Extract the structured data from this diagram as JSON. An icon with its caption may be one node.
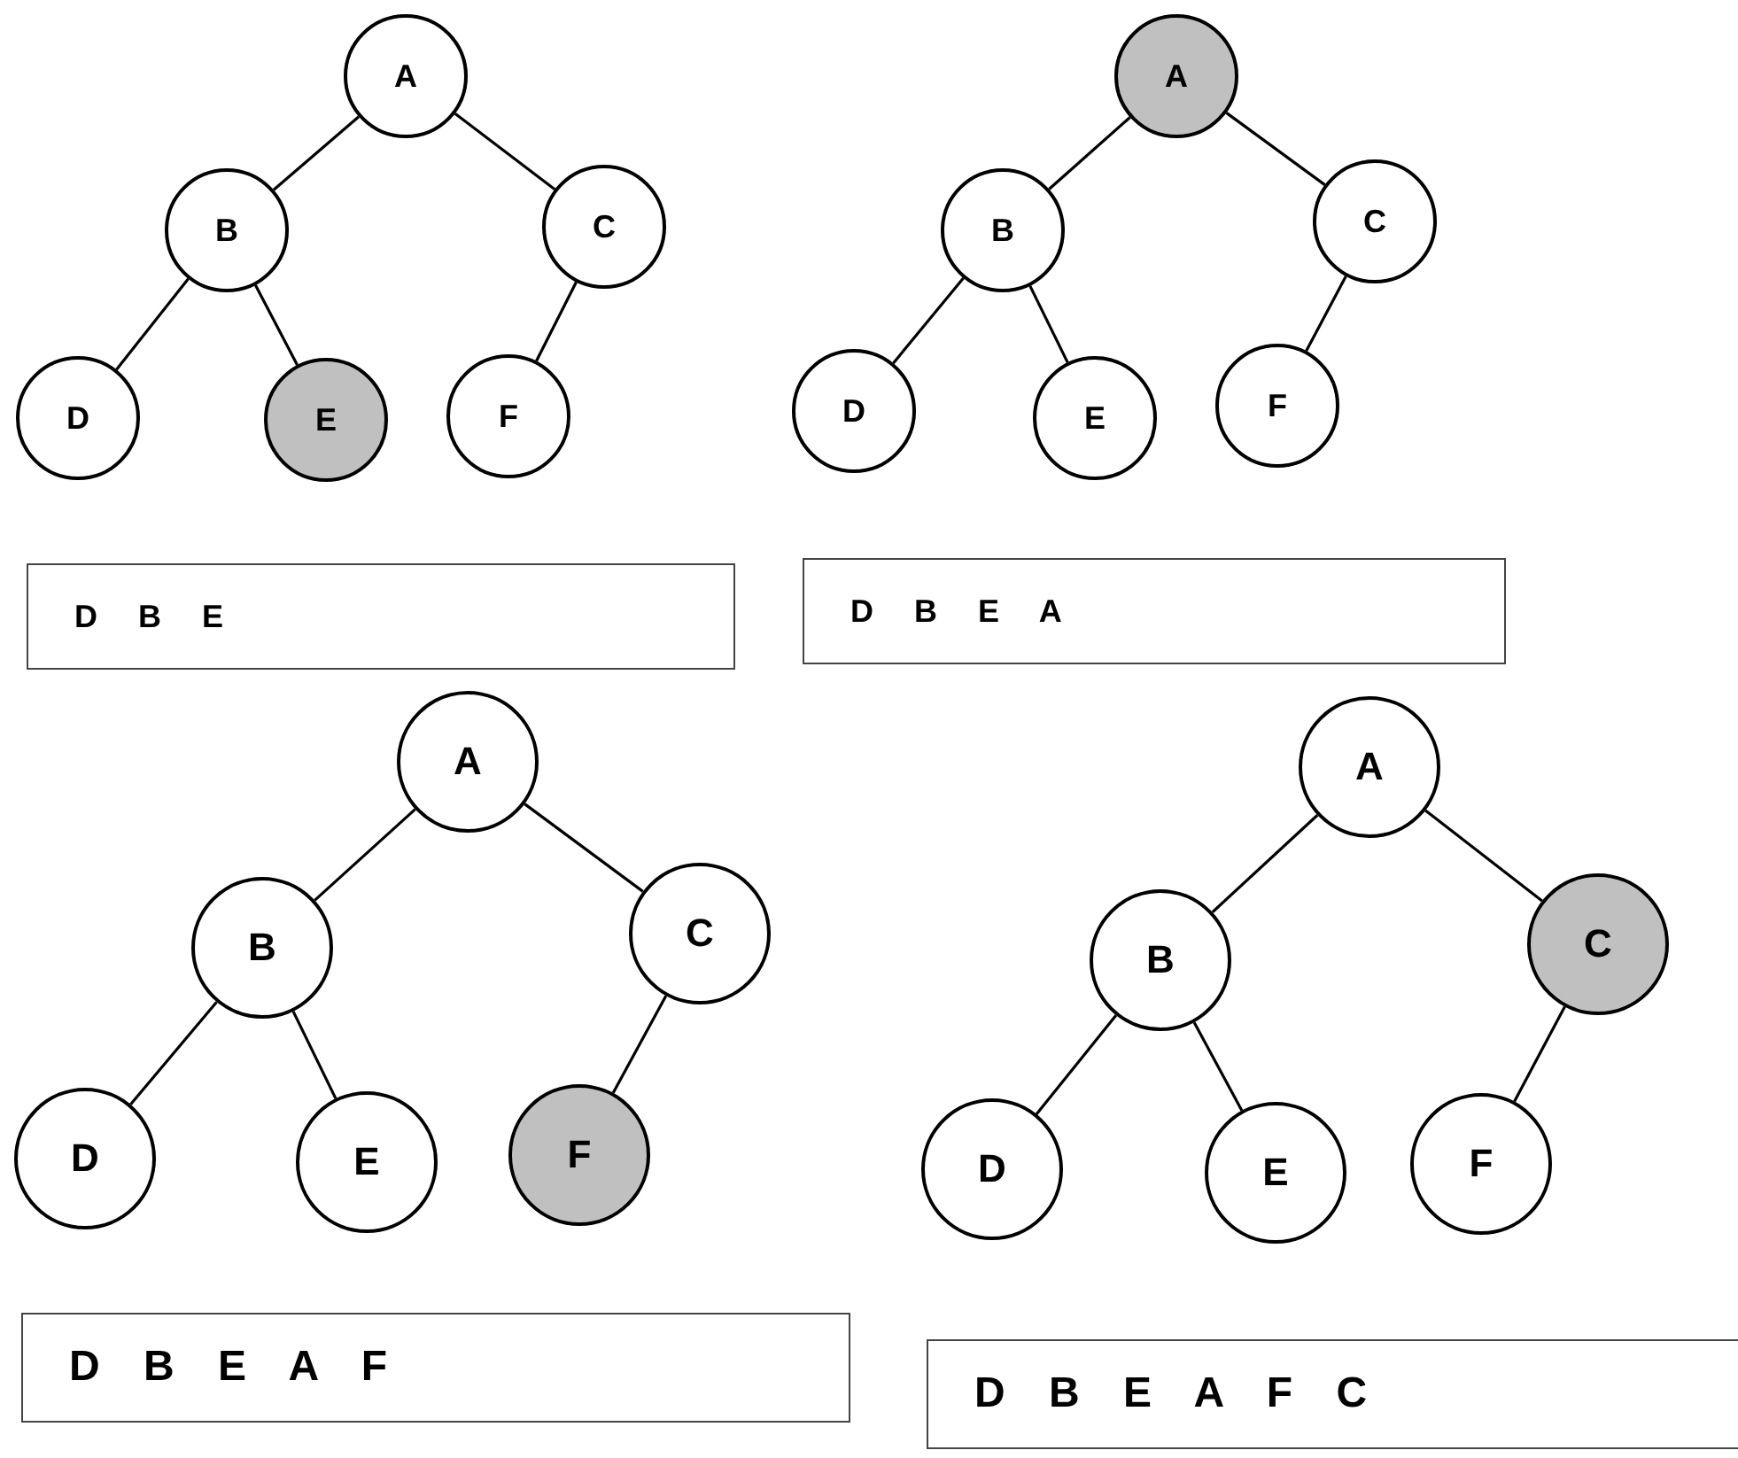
{
  "diagram": {
    "nodes": [
      {
        "text": [
          "A"
        ]
      },
      {
        "text": [
          "B"
        ]
      },
      {
        "text": [
          "C"
        ]
      },
      {
        "text": [
          "D"
        ]
      },
      {
        "text": [
          "E"
        ]
      },
      {
        "text": [
          "F"
        ]
      },
      {
        "text": [
          "D B E"
        ]
      },
      {
        "text": [
          "A"
        ]
      },
      {
        "text": [
          "B"
        ]
      },
      {
        "text": [
          "C"
        ]
      },
      {
        "text": [
          "D"
        ]
      },
      {
        "text": [
          "E"
        ]
      },
      {
        "text": [
          "F"
        ]
      },
      {
        "text": [
          "D B E A"
        ]
      },
      {
        "text": [
          "A"
        ]
      },
      {
        "text": [
          "B"
        ]
      },
      {
        "text": [
          "C"
        ]
      },
      {
        "text": [
          "D"
        ]
      },
      {
        "text": [
          "E"
        ]
      },
      {
        "text": [
          "F"
        ]
      },
      {
        "text": [
          "D B E A F"
        ]
      },
      {
        "text": [
          "A"
        ]
      },
      {
        "text": [
          "B"
        ]
      },
      {
        "text": [
          "C"
        ]
      },
      {
        "text": [
          "D"
        ]
      },
      {
        "text": [
          "E"
        ]
      },
      {
        "text": [
          "F"
        ]
      },
      {
        "text": [
          "D B E A F C"
        ]
      }
    ],
    "edges": [
      {
        "from": 0,
        "to": 1,
        "arrow": "none"
      },
      {
        "from": 0,
        "to": 2,
        "arrow": "none"
      },
      {
        "from": 1,
        "to": 3,
        "arrow": "none"
      },
      {
        "from": 1,
        "to": 4,
        "arrow": "none"
      },
      {
        "from": 2,
        "to": 5,
        "arrow": "none"
      },
      {
        "from": 7,
        "to": 8,
        "arrow": "none"
      },
      {
        "from": 7,
        "to": 9,
        "arrow": "none"
      },
      {
        "from": 8,
        "to": 10,
        "arrow": "none"
      },
      {
        "from": 8,
        "to": 11,
        "arrow": "none"
      },
      {
        "from": 9,
        "to": 12,
        "arrow": "none"
      },
      {
        "from": 14,
        "to": 15,
        "arrow": "none"
      },
      {
        "from": 14,
        "to": 16,
        "arrow": "none"
      },
      {
        "from": 15,
        "to": 17,
        "arrow": "none"
      },
      {
        "from": 15,
        "to": 18,
        "arrow": "none"
      },
      {
        "from": 16,
        "to": 19,
        "arrow": "none"
      },
      {
        "from": 21,
        "to": 22,
        "arrow": "none"
      },
      {
        "from": 21,
        "to": 23,
        "arrow": "none"
      },
      {
        "from": 22,
        "to": 24,
        "arrow": "none"
      },
      {
        "from": 22,
        "to": 25,
        "arrow": "none"
      },
      {
        "from": 23,
        "to": 26,
        "arrow": "none"
      }
    ]
  }
}
